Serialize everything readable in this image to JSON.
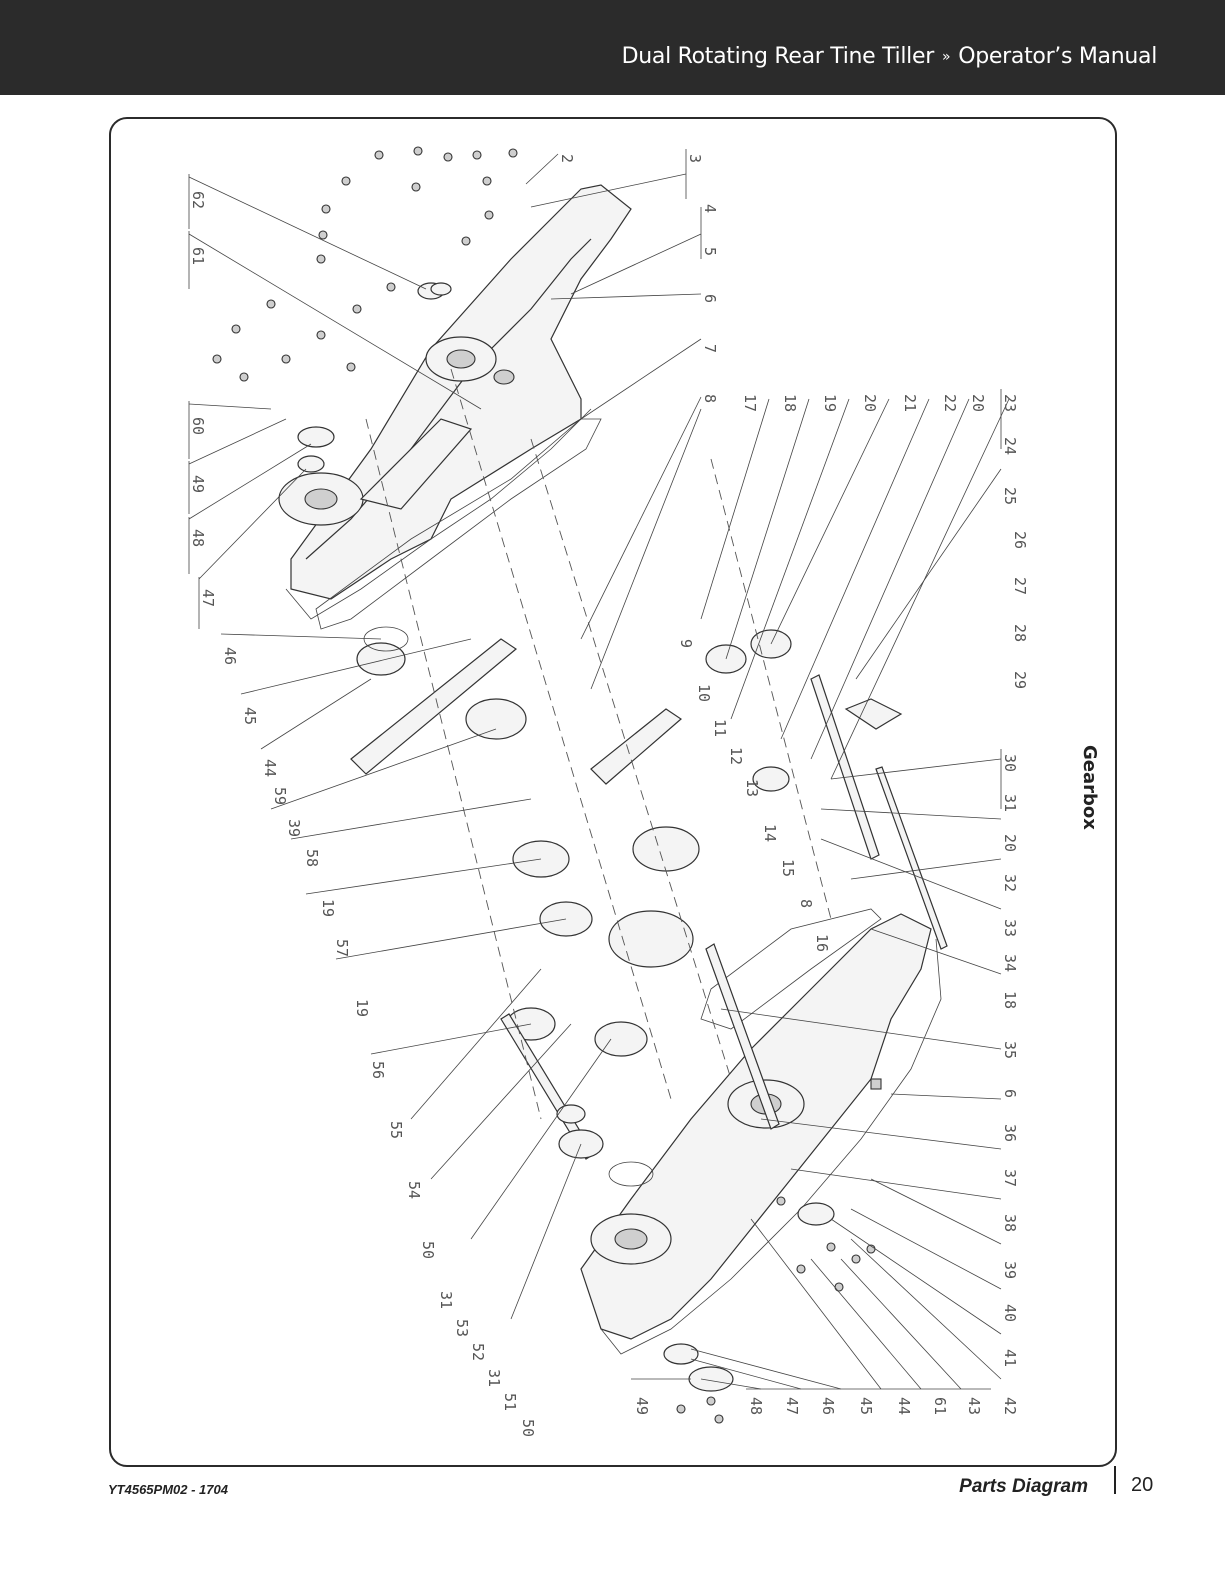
{
  "header": {
    "product": "Dual Rotating Rear Tine Tiller",
    "separator": "»",
    "manual": "Operator’s Manual"
  },
  "section_label": "Gearbox",
  "diagram": {
    "callouts_left": [
      "62",
      "61",
      "60",
      "49",
      "48",
      "47",
      "46",
      "45",
      "44",
      "59",
      "39",
      "58",
      "19",
      "57",
      "19",
      "56",
      "55",
      "54",
      "50",
      "31",
      "53",
      "52",
      "31",
      "51",
      "50"
    ],
    "callouts_top": [
      "2",
      "3",
      "4",
      "5",
      "6",
      "7",
      "8",
      "17",
      "18",
      "19",
      "20",
      "21",
      "22",
      "20",
      "23",
      "9",
      "10",
      "11",
      "12",
      "13",
      "14",
      "15",
      "8",
      "16"
    ],
    "callouts_right": [
      "24",
      "25",
      "26",
      "27",
      "28",
      "29",
      "30",
      "31",
      "20",
      "32",
      "33",
      "34",
      "18",
      "35",
      "6",
      "36",
      "37",
      "38",
      "39",
      "40",
      "41",
      "42",
      "43",
      "61",
      "44",
      "45",
      "46",
      "47",
      "48",
      "49"
    ]
  },
  "footer": {
    "doc_code": "YT4565PM02 - 1704",
    "section": "Parts Diagram",
    "page": "20"
  }
}
